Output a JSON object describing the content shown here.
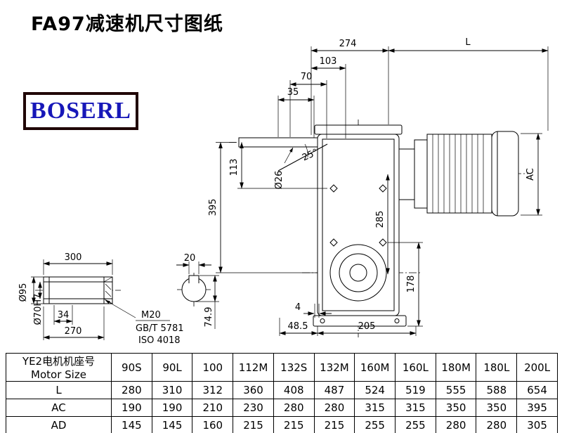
{
  "page": {
    "title": "FA97减速机尺寸图纸",
    "logo_text": "BOSERL"
  },
  "drawing": {
    "main_dims": {
      "d274": "274",
      "dL": "L",
      "d103": "103",
      "d70": "70",
      "d35": "35",
      "a25": "25°",
      "dia26": "Ø26",
      "d395": "395",
      "d113": "113",
      "d285": "285",
      "dAC": "AC",
      "d178": "178",
      "d4": "4",
      "d48_5": "48.5",
      "d205": "205"
    },
    "shaft_dims": {
      "d300": "300",
      "d34": "34",
      "d270": "270",
      "dia95": "Ø95",
      "dia70": "Ø70H7",
      "m20": "M20",
      "std1": "GB/T 5781",
      "std2": "ISO 4018",
      "d20": "20",
      "d74_9": "74.9"
    }
  },
  "table": {
    "col_header_cn": "YE2电机机座号",
    "col_header_en": "Motor Size",
    "sizes": [
      "90S",
      "90L",
      "100",
      "112M",
      "132S",
      "132M",
      "160M",
      "160L",
      "180M",
      "180L",
      "200L"
    ],
    "rows": [
      {
        "label": "L",
        "values": [
          "280",
          "310",
          "312",
          "360",
          "408",
          "487",
          "524",
          "519",
          "555",
          "588",
          "654"
        ]
      },
      {
        "label": "AC",
        "values": [
          "190",
          "190",
          "210",
          "230",
          "280",
          "280",
          "315",
          "315",
          "350",
          "350",
          "395"
        ]
      },
      {
        "label": "AD",
        "values": [
          "145",
          "145",
          "160",
          "215",
          "215",
          "215",
          "255",
          "255",
          "280",
          "280",
          "305"
        ]
      }
    ]
  }
}
